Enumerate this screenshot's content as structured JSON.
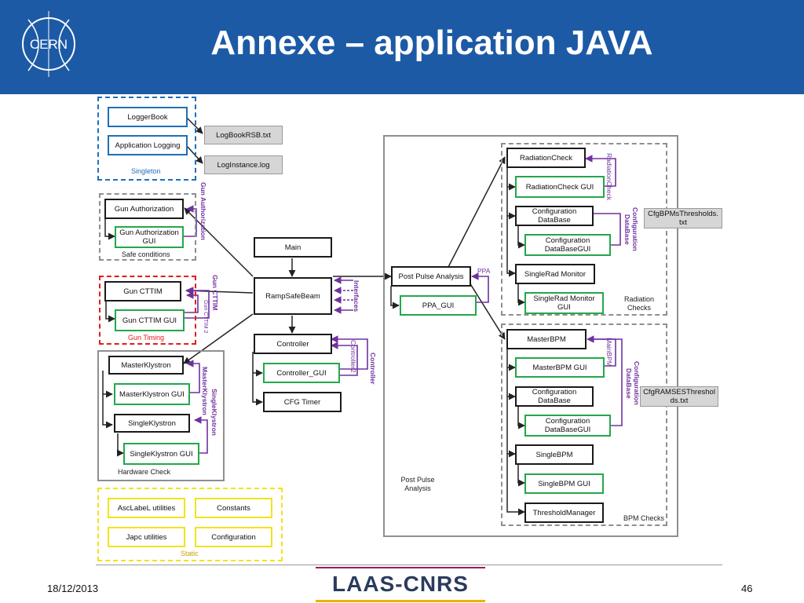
{
  "header": {
    "title": "Annexe – application JAVA",
    "logo_text": "CERN"
  },
  "footer": {
    "date": "18/12/2013",
    "page": "46",
    "partner_logo": "LAAS-CNRS"
  },
  "colors": {
    "header_bg": "#1c5aa6",
    "black_box": "#1a1a1a",
    "green_box": "#22a84a",
    "blue_box": "#1f6fb8",
    "yellow_box": "#f2e31b",
    "red_group": "#e21c1c",
    "purple_link": "#7030a0",
    "file_box": "#d6d6d6"
  },
  "singleton": {
    "label": "Singleton",
    "logger_book": "LoggerBook",
    "app_logging": "Application Logging"
  },
  "files": {
    "logbook": "LogBookRSB.txt",
    "loginstance": "LogInstance.log",
    "cfg_bpm": "CfgBPMsThresholds.txt",
    "cfg_ramses": "CfgRAMSESThresholds.txt"
  },
  "safe": {
    "label": "Safe conditions",
    "gun_auth": "Gun Authorization",
    "gun_auth_gui": "Gun Authorization GUI",
    "link": "Gun Authorization"
  },
  "timing": {
    "label": "Gun Timing",
    "cttim": "Gun CTTIM",
    "cttim_gui": "Gun CTTIM GUI",
    "link": "Gun CTTIM",
    "link2": "Gun CTTIM 2"
  },
  "hardware": {
    "label": "Hardware Check",
    "master": "MasterKlystron",
    "master_gui": "MasterKlystron GUI",
    "single": "SingleKlystron",
    "single_gui": "SingleKlystron GUI",
    "link_master": "MasterKlystron",
    "link_single": "SingleKlystron"
  },
  "static": {
    "label": "Static",
    "asc": "AscLabeL utilities",
    "constants": "Constants",
    "japc": "Japc utilities",
    "configuration": "Configuration"
  },
  "core": {
    "main": "Main",
    "ramp": "RampSafeBeam",
    "interfaces": "Interfaces",
    "controller": "Controller",
    "controller_gui": "Controller_GUI",
    "cfg_timer": "CFG Timer",
    "link_ctrl": "Controller",
    "link_ctrl2": "Controller2"
  },
  "ppa": {
    "area_label": "Post Pulse Analysis",
    "post_pulse": "Post Pulse Analysis",
    "ppa_gui": "PPA_GUI",
    "link": "PPA"
  },
  "radiation": {
    "label": "Radiation Checks",
    "check": "RadiationCheck",
    "check_gui": "RadiationCheck GUI",
    "config_db": "Configuration DataBase",
    "config_db_gui": "Configuration DataBaseGUI",
    "single_rad": "SingleRad Monitor",
    "single_rad_gui": "SingleRad Monitor GUI",
    "link_check": "RadiationCheck",
    "link_config": "Configuration DataBase"
  },
  "bpm": {
    "label": "BPM Checks",
    "master": "MasterBPM",
    "master_gui": "MasterBPM GUI",
    "config_db": "Configuration DataBase",
    "config_db_gui": "Configuration DataBaseGUI",
    "single": "SingleBPM",
    "single_gui": "SingleBPM GUI",
    "threshold": "ThresholdManager",
    "link_master": "MainBPM",
    "link_config": "Configuration DataBase"
  }
}
